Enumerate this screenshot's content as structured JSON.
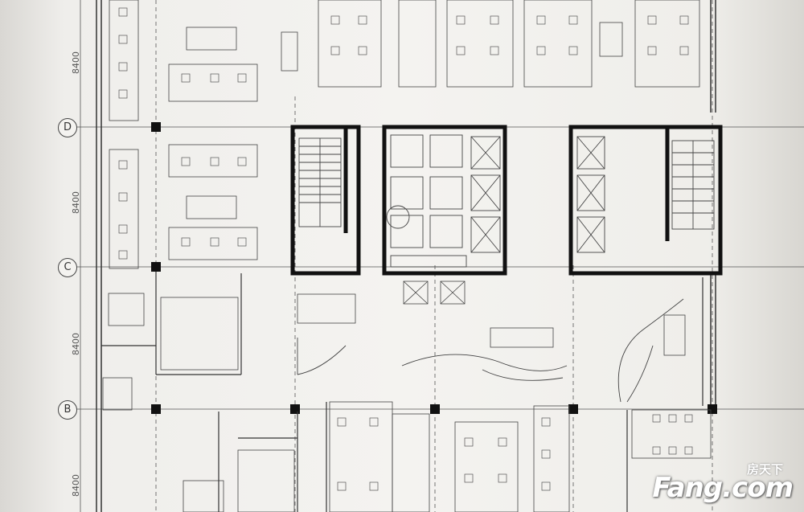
{
  "grid_labels": {
    "d": "D",
    "c": "C",
    "b": "B"
  },
  "dimensions": {
    "bay_1": "8400",
    "bay_2": "8400",
    "bay_3": "8400",
    "bay_4": "8400"
  },
  "watermark": {
    "chinese": "房天下",
    "english": "Fang.com"
  },
  "colors": {
    "paper": "#f4f3f0",
    "line": "#3a3a3a",
    "core_wall": "#111111",
    "watermark": "#ffffff"
  }
}
